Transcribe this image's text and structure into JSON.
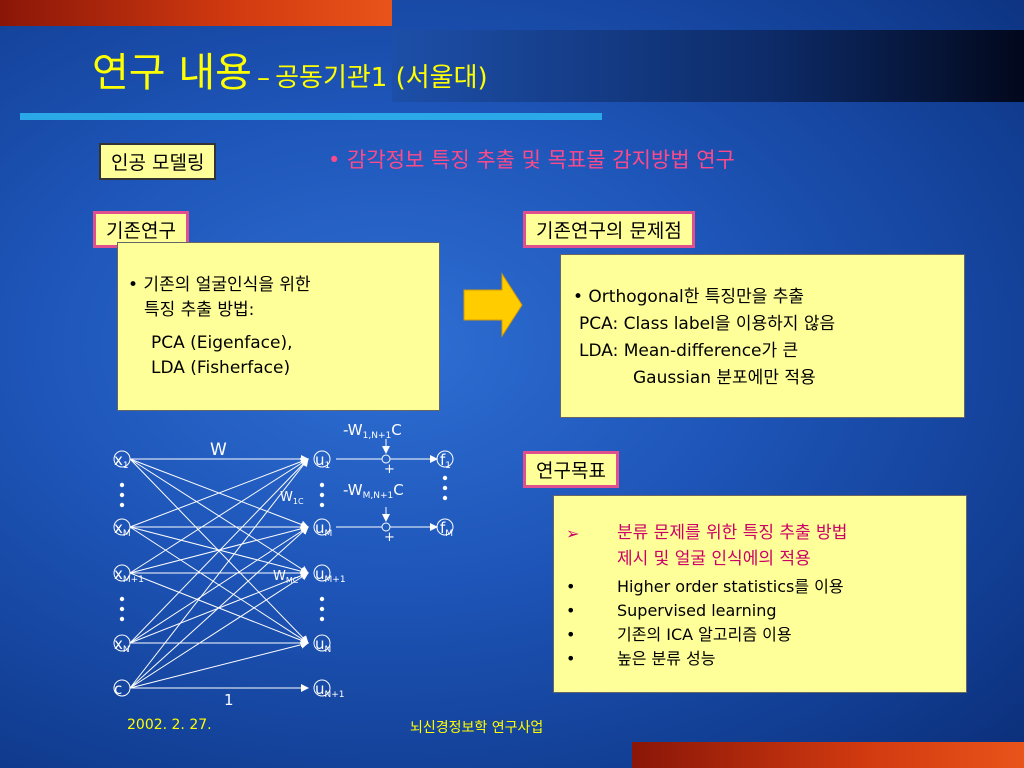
{
  "title": {
    "main": "연구 내용",
    "dash": "–",
    "sub": "공동기관1 (서울대)"
  },
  "tag_main": "인공 모델링",
  "subtitle": "• 감각정보 특징 추출 및 목표물 감지방법 연구",
  "existing": {
    "label": "기존연구",
    "lines": [
      "• 기존의 얼굴인식을 위한",
      "특징 추출 방법:",
      "PCA (Eigenface),",
      "LDA (Fisherface)"
    ]
  },
  "problems": {
    "label": "기존연구의 문제점",
    "lines": [
      "• Orthogonal한 특징만을 추출",
      "PCA: Class label을 이용하지 않음",
      "LDA: Mean-difference가 큰",
      "Gaussian 분포에만 적용"
    ]
  },
  "goals": {
    "label": "연구목표",
    "items": [
      {
        "bullet": "➢",
        "text1": "분류 문제를 위한 특징 추출 방법",
        "text2": "제시 및 얼굴 인식에의 적용"
      },
      {
        "bullet": "•",
        "text": "Higher order statistics를 이용"
      },
      {
        "bullet": "•",
        "text": "Supervised learning"
      },
      {
        "bullet": "•",
        "text": "기존의 ICA 알고리즘 이용"
      },
      {
        "bullet": "•",
        "text": "높은 분류 성능"
      }
    ]
  },
  "network": {
    "inputs": [
      {
        "base": "x",
        "sub": "1"
      },
      {
        "base": "x",
        "sub": "M"
      },
      {
        "base": "x",
        "sub": "M+1"
      },
      {
        "base": "x",
        "sub": "N"
      },
      {
        "base": "c",
        "sub": ""
      }
    ],
    "hidden": [
      {
        "base": "u",
        "sub": "1"
      },
      {
        "base": "u",
        "sub": "M"
      },
      {
        "base": "u",
        "sub": "M+1"
      },
      {
        "base": "u",
        "sub": "N"
      },
      {
        "base": "u",
        "sub": "N+1"
      }
    ],
    "outputs": [
      {
        "base": "f",
        "sub": "1"
      },
      {
        "base": "f",
        "sub": "M"
      }
    ],
    "weight_label": "W",
    "w1c": {
      "base": "W",
      "sub": "1C"
    },
    "wmc": {
      "base": "W",
      "sub": "MC"
    },
    "neg_w1": {
      "base": "-W",
      "sub": "1,N+1",
      "tail": "C"
    },
    "neg_wm": {
      "base": "-W",
      "sub": "M,N+1",
      "tail": "C"
    },
    "plus": "+",
    "one": "1"
  },
  "footer": {
    "date": "2002. 2. 27.",
    "project": "뇌신경정보학 연구사업"
  }
}
